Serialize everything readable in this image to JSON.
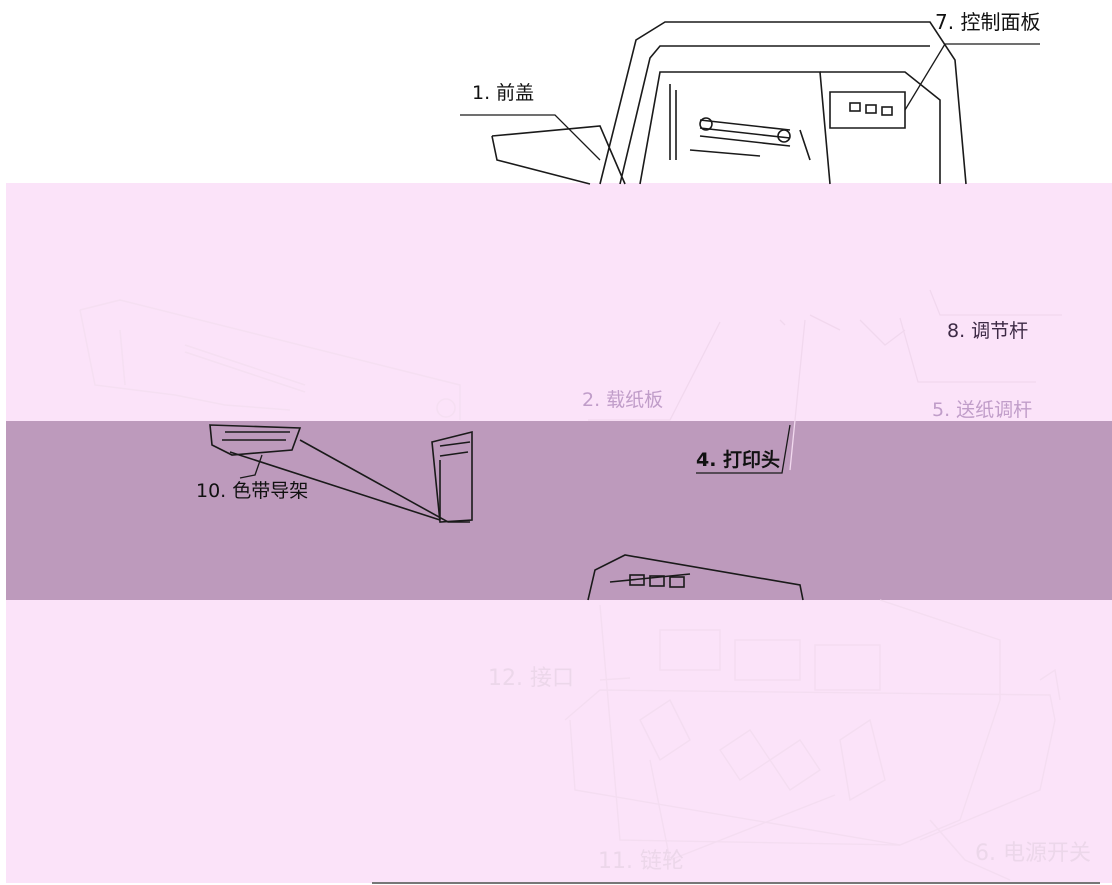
{
  "labels": {
    "front_cover": "1. 前盖",
    "control_panel": "7. 控制面板",
    "adjust_lever": "8. 调节杆",
    "paper_board": "2. 载纸板",
    "feed_lever": "5. 送纸调杆",
    "print_head": "4. 打印头",
    "ribbon_guide": "10. 色带导架",
    "interface": "12. 接口",
    "sprocket": "11. 链轮",
    "power_switch": "6. 电源开关"
  },
  "colors": {
    "pink_band": "#fbe3f9",
    "mauve_band": "#bd9abc",
    "line_dark": "#1a1a1a",
    "line_light": "#f4ddf1",
    "label_purple": "#c09dc9",
    "label_faint": "#ecd7ea"
  }
}
